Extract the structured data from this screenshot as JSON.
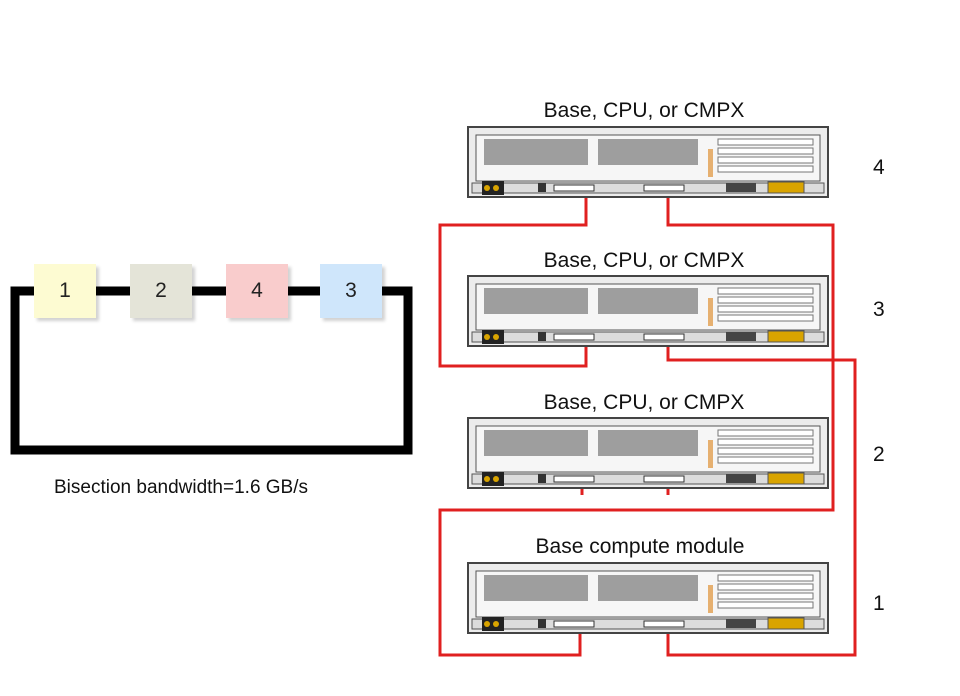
{
  "ring": {
    "nodes": [
      {
        "label": "1",
        "color": "#fdfbd2"
      },
      {
        "label": "2",
        "color": "#e4e4d8"
      },
      {
        "label": "4",
        "color": "#f9cccc"
      },
      {
        "label": "3",
        "color": "#cfe6fb"
      }
    ],
    "caption": "Bisection bandwidth=1.6 GB/s"
  },
  "modules": [
    {
      "title": "Base, CPU, or CMPX",
      "number": "4"
    },
    {
      "title": "Base, CPU, or CMPX",
      "number": "3"
    },
    {
      "title": "Base, CPU, or CMPX",
      "number": "2"
    },
    {
      "title": "Base compute module",
      "number": "1"
    }
  ],
  "colors": {
    "cable": "#e02020",
    "ring_link": "#000000",
    "chassis": "#ececec",
    "bay": "#9e9e9e",
    "latch": "#d9a400"
  }
}
